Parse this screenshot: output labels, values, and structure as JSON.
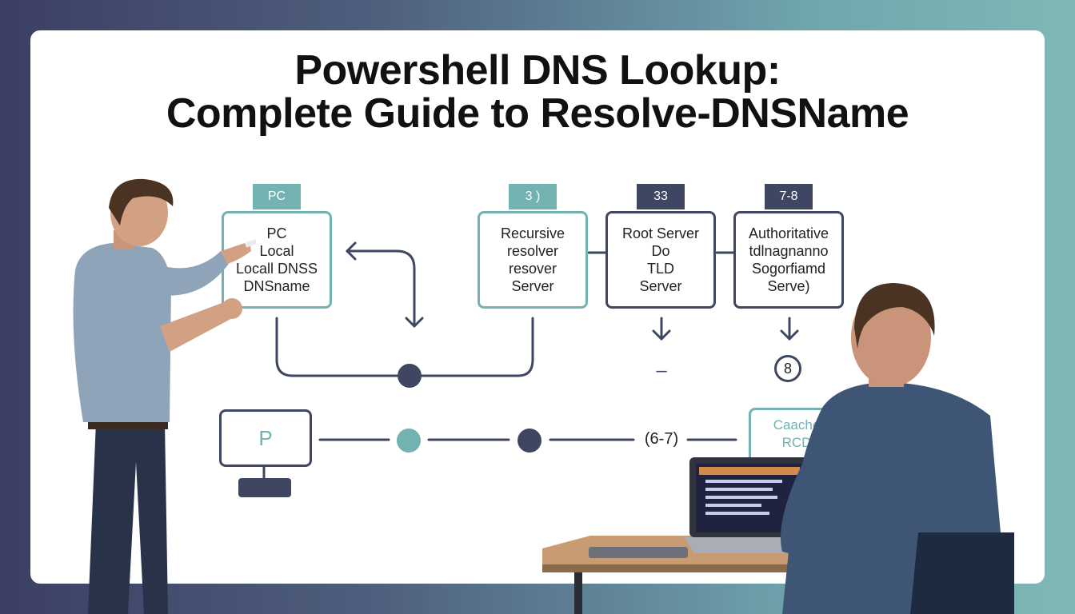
{
  "title": {
    "line1": "Powershell DNS Lookup:",
    "line2": "Complete Guide to Resolve-DNSName"
  },
  "diagram": {
    "nodes": [
      {
        "tag": "PC",
        "lines": [
          "PC",
          "Local",
          "Locall DNSS",
          "DNSname"
        ]
      },
      {
        "tag": "3 )",
        "lines": [
          "Recursive",
          "resolver",
          "resover",
          "Server"
        ]
      },
      {
        "tag": "33",
        "lines": [
          "Root Server",
          "Do",
          "TLD",
          "Server"
        ]
      },
      {
        "tag": "7-8",
        "lines": [
          "Authoritative",
          "tdlnagnanno",
          "Sogorfiamd",
          "Serve)"
        ]
      }
    ],
    "step_label": "8",
    "flow_label": "(6-7)",
    "dash_label": "–",
    "pc_monitor_label": "P",
    "cache": {
      "line1": "Caache",
      "line2": "RCD"
    }
  },
  "colors": {
    "teal": "#72b2b0",
    "navy": "#3f4662",
    "background_gradient": [
      "#3b3f63",
      "#7fb8b6"
    ]
  }
}
